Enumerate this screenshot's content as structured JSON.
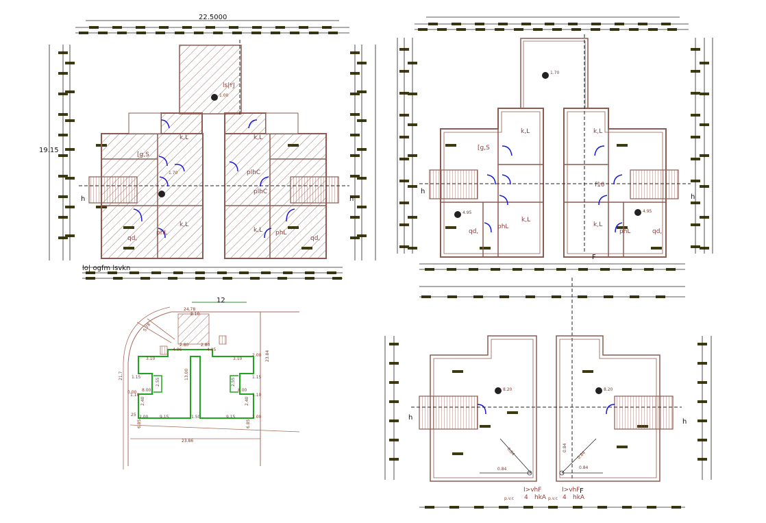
{
  "colors": {
    "wall": "#8c5a50",
    "dim_mark": "#3d3a10",
    "dim_line": "#222222",
    "door": "#1a1ad6",
    "site_outline": "#1ea51e",
    "hatch": "#6b3b2a",
    "text": "#8b3a3a"
  },
  "ground_floor_plan": {
    "width_dim": "22.5000",
    "height_dim": "19.15",
    "porch_label": "ls|۲J",
    "porch_level": "1.00",
    "level": "1.70",
    "room_left_top": "[g,S",
    "room_kitchen_left": "k,L",
    "room_kitchen_right": "k,L",
    "room_center_l": "plhC",
    "room_center_r": "plhC",
    "room_bed_l": "k,L",
    "room_bed_r": "k,L",
    "room_bath_l": "phL",
    "room_bath_r": "phL",
    "room_d_l": "qd,",
    "room_d_r": "qd,",
    "stair_l": "h",
    "stair_r": "h",
    "caption": "lo| ogfm lsvkn"
  },
  "first_floor_plan": {
    "top_level": "1.70",
    "room_gs": "[g,S",
    "room_kl_top_l": "k,L",
    "room_kl_top_r": "k,L",
    "room_kl_bot_l": "k,L",
    "room_kl_bot_r": "k,L",
    "room_phl_l": "phL",
    "room_phl_r": "phL",
    "room_qd_l": "qd,",
    "room_qd_r": "qd,",
    "room_center": "f10",
    "level_l": "4.95",
    "level_r": "4.95",
    "stair_h_l": "h",
    "stair_h_r": "h",
    "section_marker": "F"
  },
  "site_plan": {
    "top_dim": "12",
    "road_dim": "24.78",
    "dims": [
      "8.10",
      "4.06",
      "4.05",
      "3.10",
      "3.10",
      "2.00",
      "2.00",
      "2.80",
      "2.80",
      "1.15",
      "1.15",
      "8.00",
      "8.00",
      "1.10",
      "1.10",
      "13.00",
      "9.15",
      "1.50",
      "9.15",
      "2.00",
      "23.86",
      "0.00",
      "2.40",
      "2.40",
      "2.55",
      "2.55",
      "6.85",
      "6.85"
    ],
    "side_dim_l": "21.7",
    "side_dim_r": "23.84",
    "radius_label": "S.78",
    "bottom_left": "25"
  },
  "roof_plan": {
    "level_l": "8.20",
    "level_r": "8.20",
    "slope_a": "0.84",
    "slope_b": "0.84",
    "slope_c": "0.84",
    "slope_d": "0.84",
    "slope_e": "0.84",
    "caption_l_1": "I>vhF",
    "caption_l_2": "4",
    "caption_l_3": "hkA",
    "caption_l_sub": "p.v.c",
    "caption_r_1": "I>vhF",
    "caption_r_2": "4",
    "caption_r_3": "hkA",
    "caption_r_sub": "p.v.c",
    "stair_h_l": "h",
    "stair_h_r": "h",
    "section_marker": "F"
  }
}
